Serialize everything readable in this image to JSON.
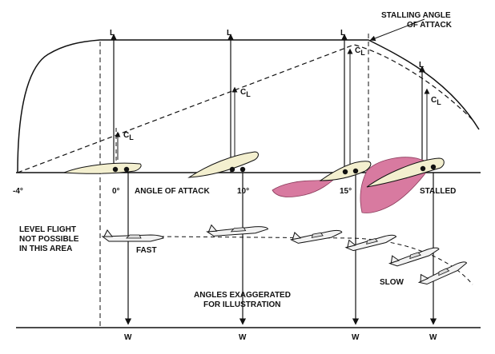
{
  "title_labels": {
    "stalling_angle": [
      "STALLING ANGLE",
      "OF ATTACK"
    ],
    "axis_label": "ANGLE OF ATTACK",
    "level_flight": [
      "LEVEL FLIGHT",
      "NOT POSSIBLE",
      "IN THIS AREA"
    ],
    "exaggerated": [
      "ANGLES EXAGGERATED",
      "FOR ILLUSTRATION"
    ],
    "fast": "FAST",
    "slow": "SLOW",
    "stalled": "STALLED"
  },
  "angle_ticks": [
    "-4°",
    "0°",
    "10°",
    "15°"
  ],
  "forces": {
    "lift": "L",
    "weight": "W",
    "cl": "C",
    "cl_sub": "L"
  },
  "colors": {
    "line": "#111111",
    "wing_fill": "#f3efcf",
    "turbulence": "#d87aa0",
    "turbulence_dark": "#b85a80"
  },
  "stations": [
    {
      "angle": "0°",
      "cl_level": 0.2
    },
    {
      "angle": "10°",
      "cl_level": 0.55
    },
    {
      "angle": "15°",
      "cl_level": 1.0
    },
    {
      "angle": "STALLED",
      "cl_level": 0.55
    }
  ]
}
